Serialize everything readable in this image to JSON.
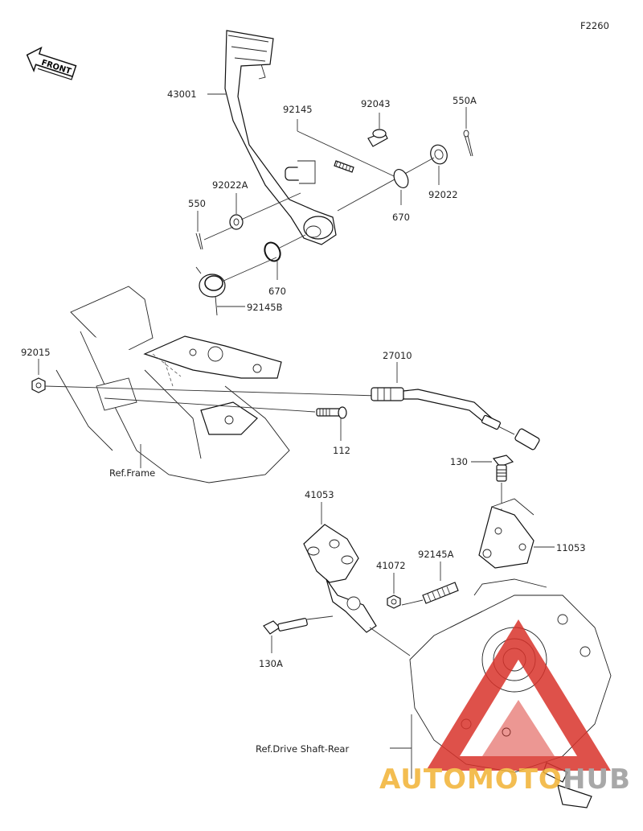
{
  "diagram_code": "F2260",
  "front_label": "FRONT",
  "labels": {
    "p43001": "43001",
    "p92145": "92145",
    "p92043": "92043",
    "p550A": "550A",
    "p92022A": "92022A",
    "p550": "550",
    "p670a": "670",
    "p92022": "92022",
    "p670b": "670",
    "p92145B": "92145B",
    "p92015": "92015",
    "p27010": "27010",
    "p112": "112",
    "ref_frame": "Ref.Frame",
    "p130": "130",
    "p41053": "41053",
    "p11053": "11053",
    "p41072": "41072",
    "p92145A": "92145A",
    "p130A": "130A",
    "ref_drive": "Ref.Drive Shaft-Rear"
  },
  "watermark": {
    "text_part1": "AUTOMOTO",
    "text_part2": "HUB",
    "color_primary": "#f2b233",
    "color_secondary": "#9a9a9a",
    "triangle_color": "#d9332b"
  }
}
